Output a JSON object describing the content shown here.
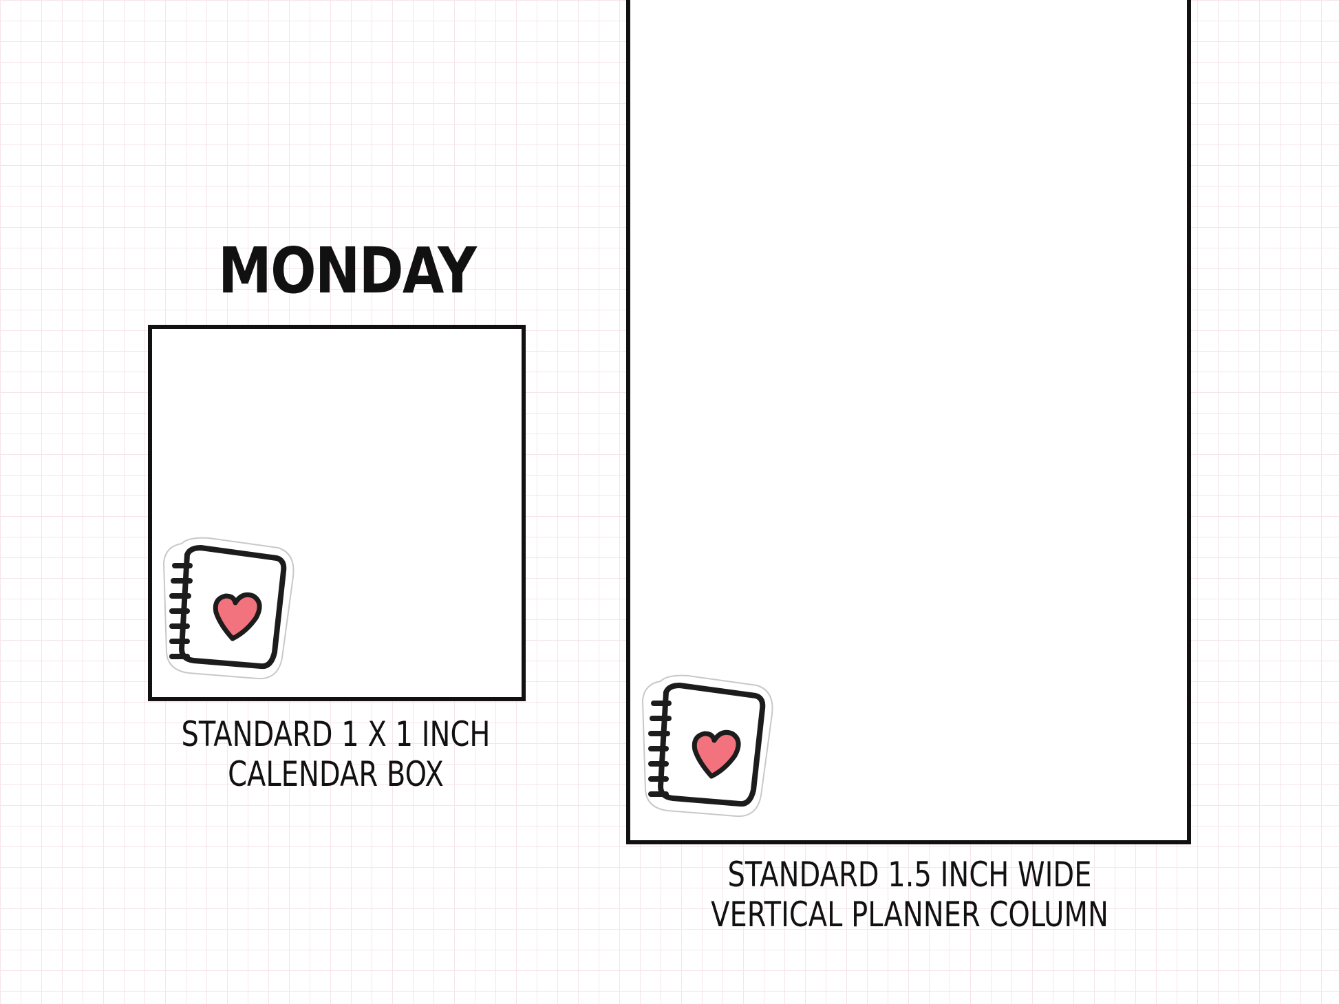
{
  "day_heading": "MONDAY",
  "calendar_box": {
    "caption_line1": "STANDARD 1 X 1 INCH",
    "caption_line2": "CALENDAR BOX"
  },
  "planner_column": {
    "caption_line1": "STANDARD 1.5 INCH WIDE",
    "caption_line2": "VERTICAL PLANNER COLUMN"
  },
  "colors": {
    "heart": "#f2737d",
    "grid": "#f6e4e9",
    "ink": "#111111"
  }
}
